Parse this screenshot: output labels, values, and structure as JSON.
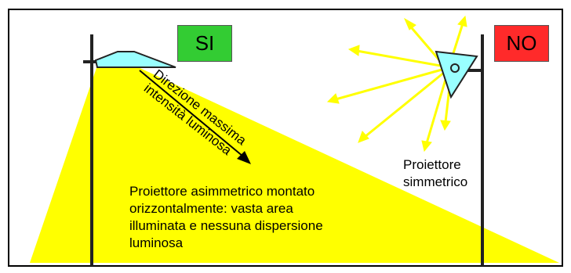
{
  "badges": {
    "good": {
      "label": "SI",
      "color": "#33cc33"
    },
    "bad": {
      "label": "NO",
      "color": "#ff2a2a"
    }
  },
  "asymmetric": {
    "direction_line1": "Direzione massima",
    "direction_line2": "intensità luminosa",
    "caption_line1": "Proiettore asimmetrico montato",
    "caption_line2": "orizzontalmente: vasta area",
    "caption_line3": "illuminata e nessuna dispersione",
    "caption_line4": "luminosa"
  },
  "symmetric": {
    "label_line1": "Proiettore",
    "label_line2": "simmetrico"
  },
  "colors": {
    "light": "#ffff00",
    "fixture": "#99ffff",
    "pole": "#222222",
    "frame": "#000000"
  }
}
